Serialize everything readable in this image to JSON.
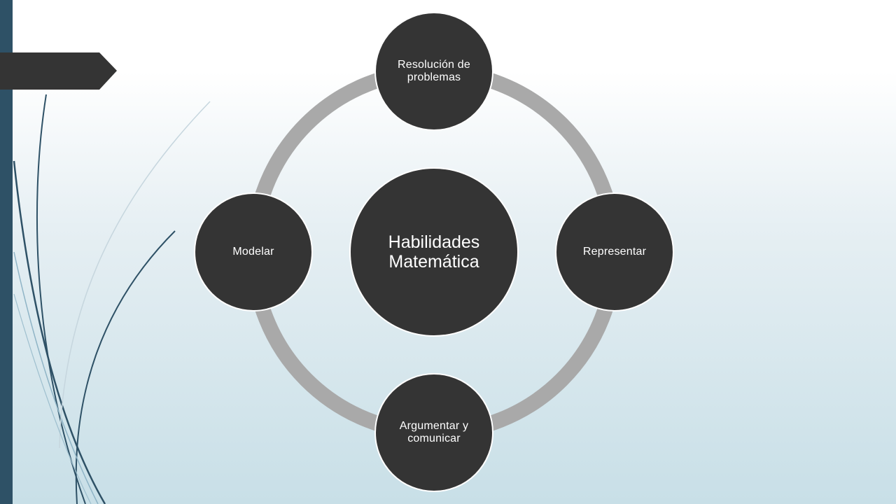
{
  "diagram": {
    "center": {
      "label": "Habilidades Matemática"
    },
    "nodes": [
      {
        "id": "resolucion",
        "label": "Resolución de problemas"
      },
      {
        "id": "representar",
        "label": "Representar"
      },
      {
        "id": "argumentar",
        "label": "Argumentar y comunicar"
      },
      {
        "id": "modelar",
        "label": "Modelar"
      }
    ],
    "colors": {
      "node_fill": "#343434",
      "ring": "#a9a9a9",
      "node_stroke": "#ffffff",
      "accent_bar": "#2e5166",
      "title_tag": "#343434"
    }
  }
}
